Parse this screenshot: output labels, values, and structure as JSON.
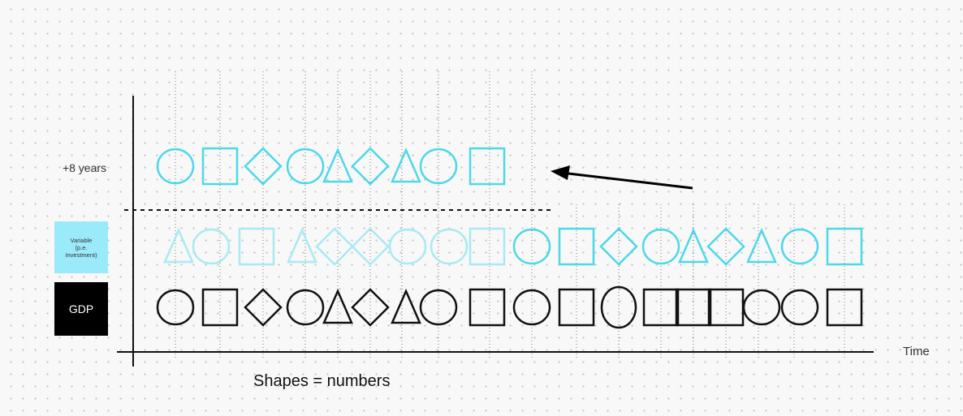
{
  "labels": {
    "years": "+8 years",
    "variable": "Variable\n(p.e.\nInvestment)",
    "gdp": "GDP",
    "time": "Time",
    "caption": "Shapes = numbers"
  },
  "colors": {
    "axis": "#111111",
    "gdp_series": "#111111",
    "variable_series": "#4dd8e8",
    "variable_series_faded": "#a8eaf3",
    "variable_box": "#9aeafa",
    "gdp_box": "#000000",
    "arrow": "#000000"
  },
  "series": {
    "gdp": [
      "circle",
      "square",
      "diamond",
      "circle",
      "triangle",
      "diamond",
      "triangle",
      "circle",
      "square",
      "circle",
      "square",
      "ellipse",
      "square",
      "square",
      "square",
      "circle",
      "circle",
      "square"
    ],
    "variable_faded": [
      "triangle",
      "circle",
      "square",
      "triangle",
      "diamond",
      "diamond",
      "circle",
      "circle",
      "square"
    ],
    "variable": [
      "circle",
      "square",
      "diamond",
      "circle",
      "triangle",
      "diamond",
      "triangle",
      "circle",
      "square"
    ],
    "variable_shifted": [
      "circle",
      "square",
      "diamond",
      "circle",
      "triangle",
      "diamond",
      "triangle",
      "circle",
      "square"
    ]
  }
}
